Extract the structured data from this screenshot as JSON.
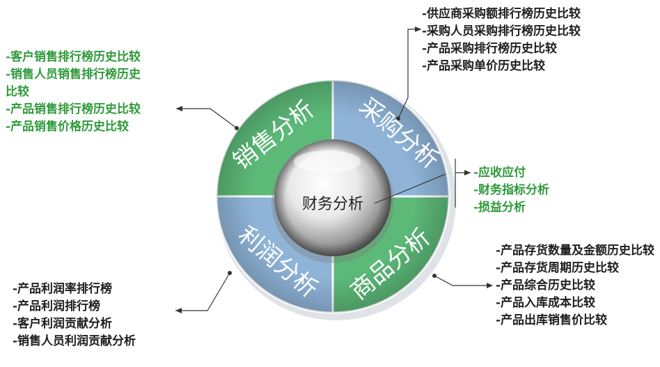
{
  "center": {
    "label": "财务分析"
  },
  "segments": {
    "sales": "销售分析",
    "purchase": "采购分析",
    "goods": "商品分析",
    "profit": "利润分析"
  },
  "lists": {
    "sales": [
      "-客户销售排行榜历史比较",
      "-销售人员销售排行榜历史比较",
      "-产品销售排行榜历史比较",
      "-产品销售价格历史比较"
    ],
    "purchase": [
      "-供应商采购额排行榜历史比较",
      "-采购人员采购排行榜历史比较",
      "-产品采购排行榜历史比较",
      "-产品采购单价历史比较"
    ],
    "finance": [
      "-应收应付",
      "-财务指标分析",
      "-损益分析"
    ],
    "goods": [
      "-产品存货数量及金额历史比较",
      "-产品存货周期历史比较",
      "-产品综合历史比较",
      "-产品入库成本比较",
      "-产品出库销售价比较"
    ],
    "profit": [
      "-产品利润率排行榜",
      "-产品利润排行榜",
      "-客户利润贡献分析",
      "-销售人员利润贡献分析"
    ]
  },
  "colors": {
    "green_segment": "#5cb978",
    "blue_segment": "#8fb4d8",
    "green_text": "#2e9a3a",
    "dark_text": "#1e1e1e"
  }
}
